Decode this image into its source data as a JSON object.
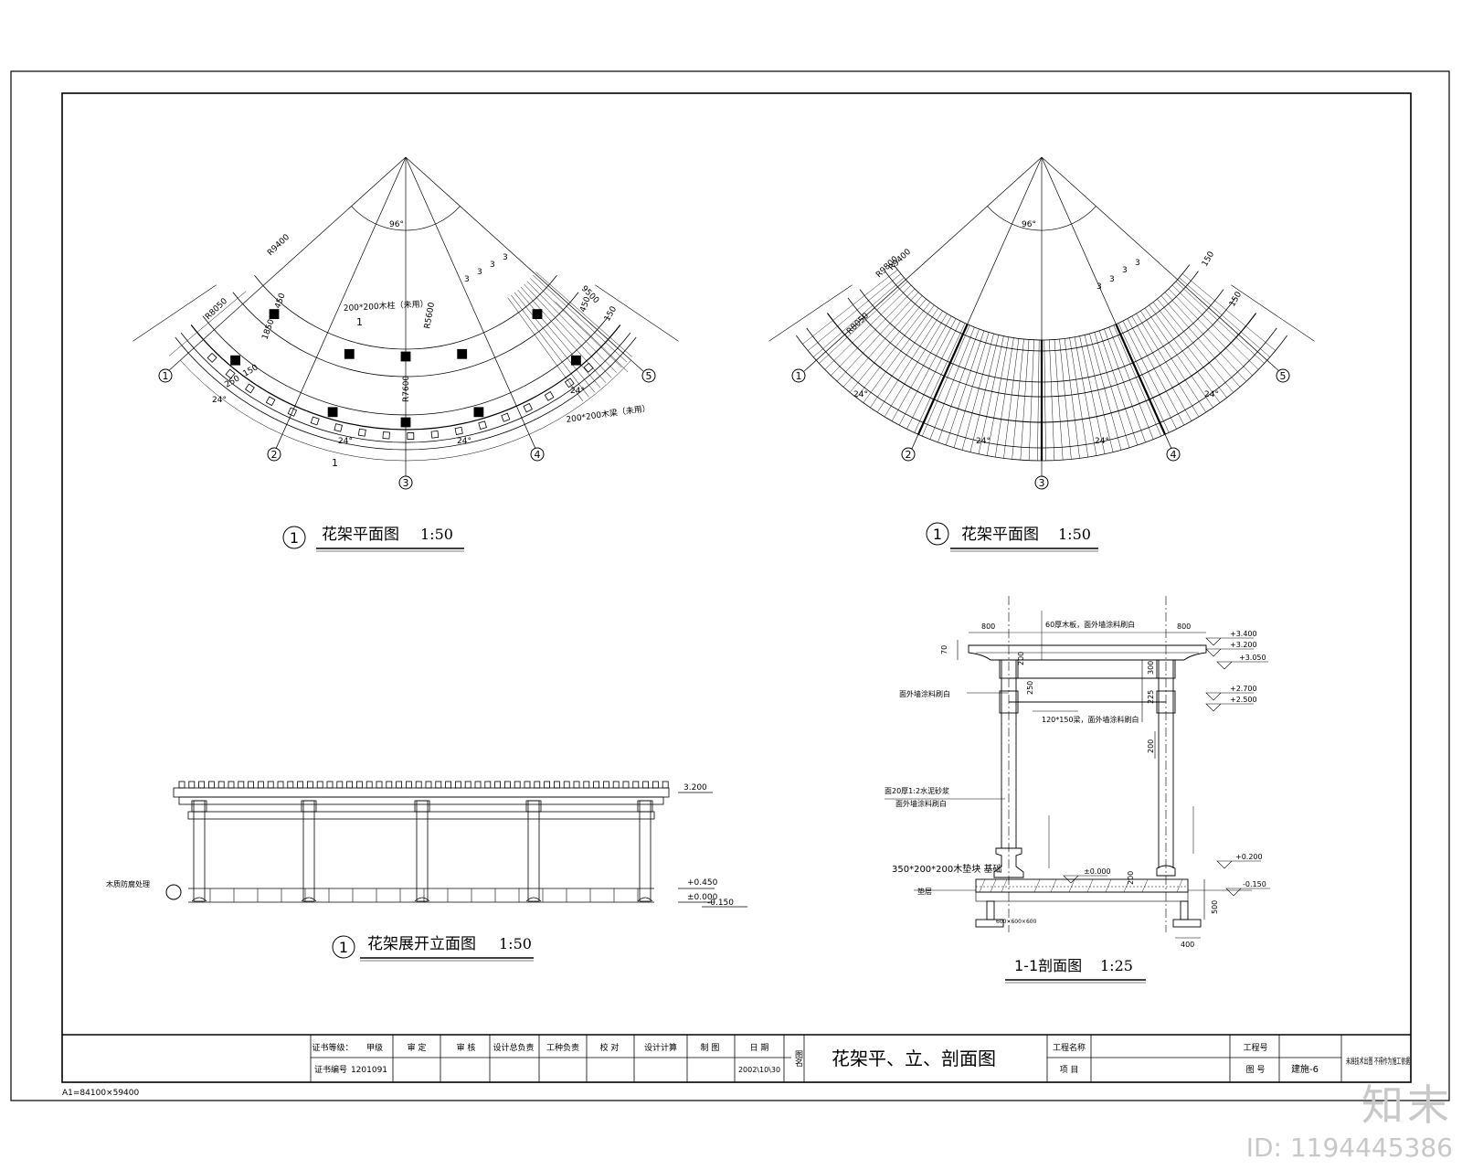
{
  "sheet": {
    "paper_size": "A1=84100×59400"
  },
  "plan_left": {
    "title": "花架平面图",
    "scale": "1:50",
    "index": "1",
    "angle": "96°",
    "dim_r9400": "R9400",
    "dim_r8050": "R8050",
    "dim_r5600": "R5600",
    "dim_r7600": "R7600",
    "dim_1850": "1850",
    "dim_450a": "450",
    "dim_450b": "450",
    "dim_150a": "150",
    "dim_150b": "150",
    "dim_250": "250",
    "dim_9500": "9500",
    "dim_24": "24°",
    "note_top": "200*200木柱（未用）",
    "note_bottom": "200*200木梁（未用）",
    "section_mark": "1",
    "axis": [
      "1",
      "2",
      "3",
      "4",
      "5"
    ],
    "dim_3": "3"
  },
  "plan_right": {
    "title": "花架平面图",
    "scale": "1:50",
    "index": "1",
    "angle": "96°",
    "dim_r9800": "R9800",
    "dim_r9400": "R9400",
    "dim_r8050": "R8050",
    "dim_150": "150",
    "dim_24": "24°",
    "axis": [
      "1",
      "2",
      "3",
      "4",
      "5"
    ],
    "dim_3": "3"
  },
  "elevation": {
    "title": "花架展开立面图",
    "scale": "1:50",
    "index": "1",
    "lvl_top": "3.200",
    "lvl_a": "+0.450",
    "lvl_b": "±0.000",
    "lvl_c": "-0.150",
    "note_left": "木质防腐处理"
  },
  "section": {
    "title": "1-1剖面图",
    "scale": "1:25",
    "dim_800a": "800",
    "dim_800b": "800",
    "dim_70": "70",
    "dim_200a": "200",
    "dim_200b": "200",
    "dim_250": "250",
    "dim_300": "300",
    "dim_225": "225",
    "dim_500": "500",
    "dim_400": "400",
    "dim_200c": "200",
    "lvl_3400": "+3.400",
    "lvl_3200": "+3.200",
    "lvl_3050": "+3.050",
    "lvl_2700": "+2.700",
    "lvl_2500": "+2.500",
    "lvl_0200": "+0.200",
    "lvl_0150": "-0.150",
    "lvl_0000": "±0.000",
    "note_top": "60厚木板，面外墙涂料刷白",
    "note_mid": "面外墙涂料刷白",
    "note_beam": "120*150梁，面外墙涂料刷白",
    "note_col": "面20厚1:2水泥砂浆",
    "note_col2": "面外墙涂料刷白",
    "note_base": "350*200*200木垫块 基础",
    "note_floor": "垫层",
    "note_dim_small": "600×600×600"
  },
  "title_block": {
    "cert_grade_label": "证书等级：",
    "cert_grade": "甲级",
    "cert_no_label": "证书编号",
    "cert_no": "1201091",
    "cols": [
      "审 定",
      "审 核",
      "设计总负责",
      "工种负责",
      "校 对",
      "设计计算",
      "制 图",
      "日 期"
    ],
    "date": "2002\\10\\30",
    "drawing_name_label": "图名",
    "drawing_name": "花架平、立、剖面图",
    "project_name_label": "工程名称",
    "item_label": "项 目",
    "project_no_label": "工程号",
    "drawing_no_label": "图 号",
    "drawing_no": "建施-6",
    "note": "未准技术出图 不得作为施工依据"
  },
  "watermark": {
    "logo": "知末",
    "id": "ID: 1194445386"
  }
}
